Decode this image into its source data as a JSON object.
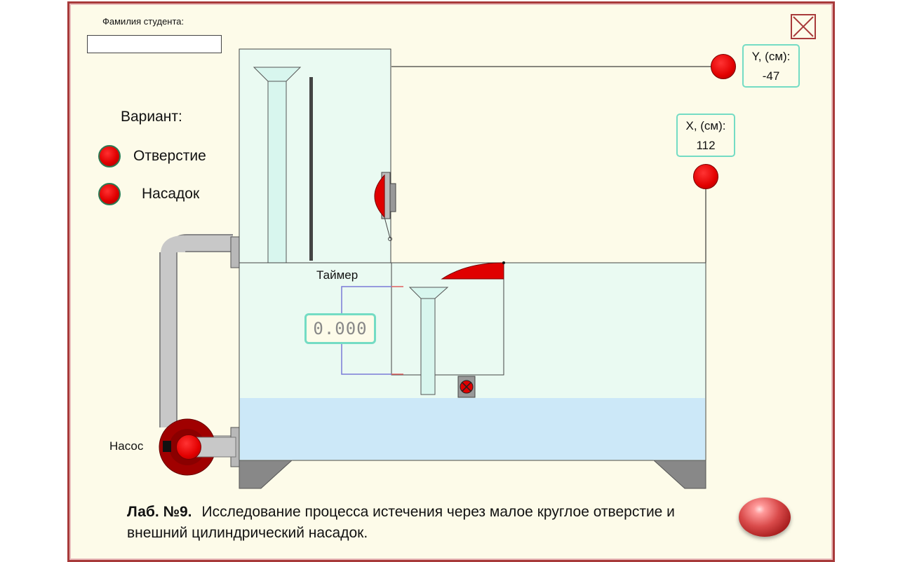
{
  "student": {
    "label": "Фамилия студента:",
    "value": ""
  },
  "variant": {
    "title": "Вариант:",
    "options": [
      {
        "label": "Отверстие"
      },
      {
        "label": "Насадок"
      }
    ]
  },
  "coordinates": {
    "y_label": "Y, (см):",
    "y_value": "-47",
    "x_label": "X, (см):",
    "x_value": "112"
  },
  "timer": {
    "label": "Таймер",
    "value": "0.000"
  },
  "pump": {
    "label": "Насос"
  },
  "lab": {
    "number": "Лаб. №9.",
    "title": "Исследование процесса истечения через малое круглое отверстие и внешний цилиндрический насадок."
  },
  "colors": {
    "frame": "#a83a3a",
    "panel_bg": "#fdfbe9",
    "water": "#cce8f8",
    "tank": "#eafaf2",
    "accent_red": "#e00000",
    "readout_border": "#74dcc4"
  },
  "icons": {
    "close": "close-icon",
    "next": "gem-button-icon"
  }
}
